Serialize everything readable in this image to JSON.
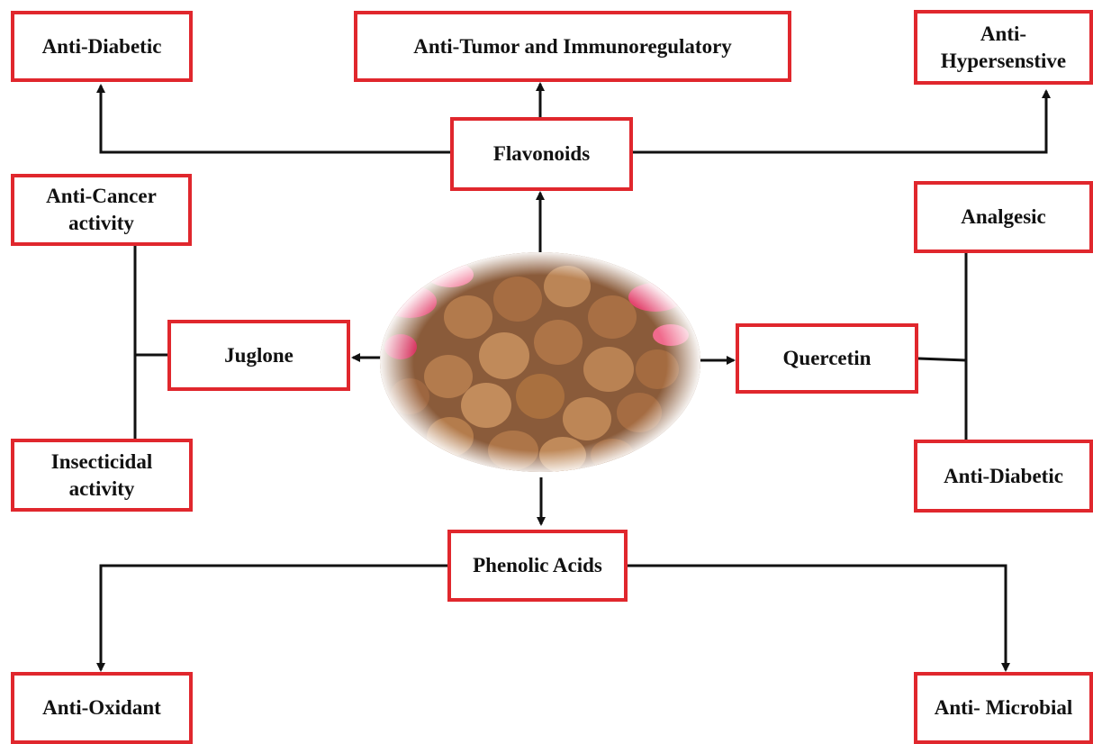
{
  "colors": {
    "box_border": "#e0272d",
    "line": "#111111",
    "text": "#111111",
    "background": "#ffffff"
  },
  "center_image": {
    "icon": "walnuts-with-rose-petals-photo"
  },
  "compounds": {
    "flavonoids": "Flavonoids",
    "juglone": "Juglone",
    "quercetin": "Quercetin",
    "phenolic_acids": "Phenolic Acids"
  },
  "activities": {
    "anti_diabetic_top": "Anti-Diabetic",
    "anti_tumor": "Anti-Tumor and Immunoregulatory",
    "anti_hypertensive_line1": "Anti-",
    "anti_hypertensive_line2": "Hypersenstive",
    "anti_cancer_line1": "Anti-Cancer",
    "anti_cancer_line2": "activity",
    "insecticidal_line1": "Insecticidal",
    "insecticidal_line2": "activity",
    "analgesic": "Analgesic",
    "anti_diabetic_right": "Anti-Diabetic",
    "anti_oxidant": "Anti-Oxidant",
    "anti_microbial": "Anti- Microbial"
  }
}
